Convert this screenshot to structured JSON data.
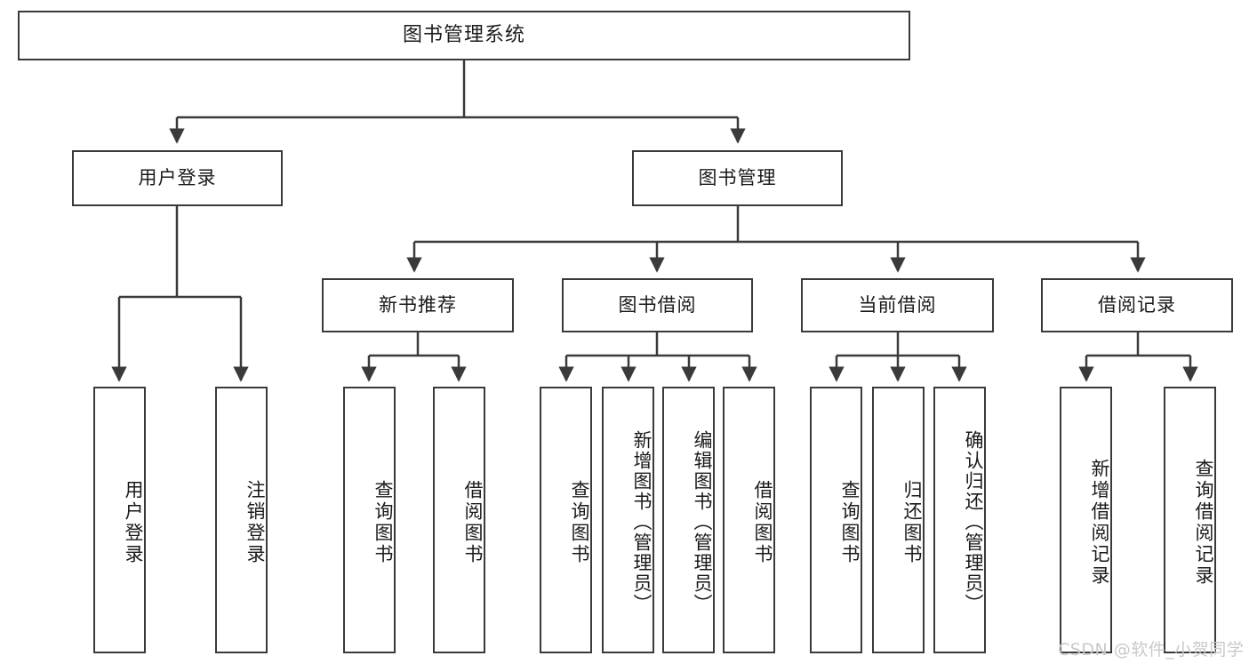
{
  "diagram": {
    "title": "图书管理系统",
    "type": "tree-hierarchy-chart",
    "watermark": "CSDN @软件_小贺同学",
    "line_color": "#3a3a3a",
    "box_fill": "#ffffff",
    "text_color": "#1a1a1a",
    "watermark_color": "#c9c9c9"
  },
  "nodes": {
    "root": {
      "label": "图书管理系统"
    },
    "level2": [
      {
        "id": "user-login",
        "label": "用户登录"
      },
      {
        "id": "book-manage",
        "label": "图书管理"
      }
    ],
    "level3": [
      {
        "id": "new-book-recommend",
        "label": "新书推荐"
      },
      {
        "id": "book-borrow",
        "label": "图书借阅"
      },
      {
        "id": "current-borrow",
        "label": "当前借阅"
      },
      {
        "id": "borrow-record",
        "label": "借阅记录"
      }
    ],
    "leaves": {
      "user_login": [
        {
          "id": "leaf-user-login",
          "label": "用户登录"
        },
        {
          "id": "leaf-logout-login",
          "label": "注销登录"
        }
      ],
      "new_book_recommend": [
        {
          "id": "leaf-query-book-1",
          "label": "查询图书"
        },
        {
          "id": "leaf-borrow-book-1",
          "label": "借阅图书"
        }
      ],
      "book_borrow": [
        {
          "id": "leaf-query-book-2",
          "label": "查询图书"
        },
        {
          "id": "leaf-add-book",
          "label": "新增图书（管理员）"
        },
        {
          "id": "leaf-edit-book",
          "label": "编辑图书（管理员）"
        },
        {
          "id": "leaf-borrow-book-2",
          "label": "借阅图书"
        }
      ],
      "current_borrow": [
        {
          "id": "leaf-query-book-3",
          "label": "查询图书"
        },
        {
          "id": "leaf-return-book",
          "label": "归还图书"
        },
        {
          "id": "leaf-confirm-return",
          "label": "确认归还（管理员）"
        }
      ],
      "borrow_record": [
        {
          "id": "leaf-add-record",
          "label": "新增借阅记录"
        },
        {
          "id": "leaf-query-record",
          "label": "查询借阅记录"
        }
      ]
    }
  }
}
